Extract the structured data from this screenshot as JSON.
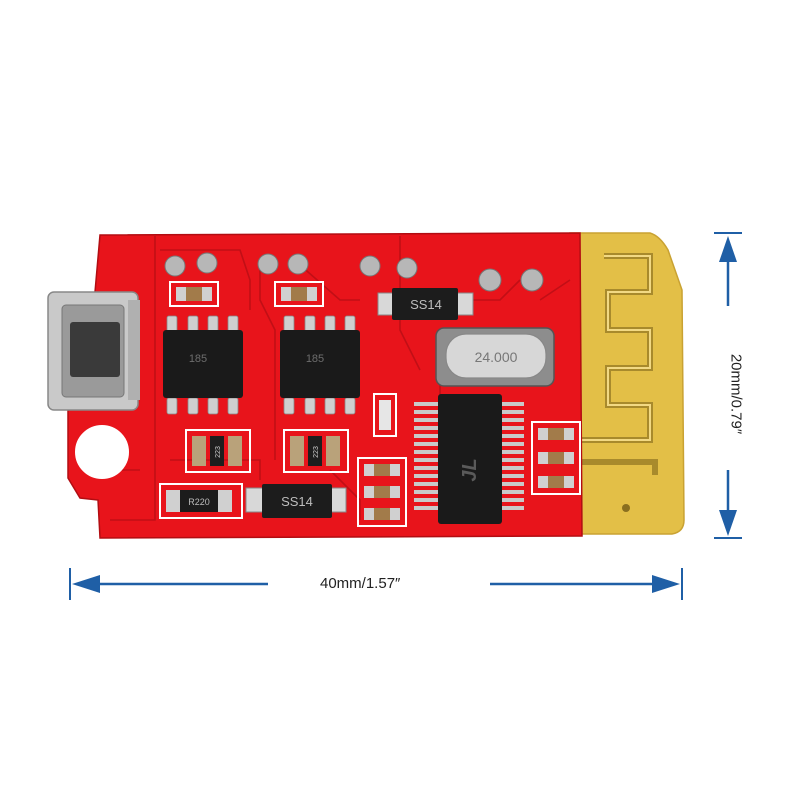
{
  "dimensions": {
    "width_label": "40mm/1.57″",
    "height_label": "20mm/0.79″"
  },
  "board": {
    "diode_top_marking": "SS14",
    "diode_bottom_marking": "SS14",
    "crystal_marking": "24.000",
    "amp_chip_1_marking": "185",
    "amp_chip_2_marking": "185",
    "resistor_marking": "R220",
    "cap_marking_1": "223",
    "cap_marking_2": "223",
    "bt_chip_logo": "JL"
  },
  "colors": {
    "pcb_red": "#e8141b",
    "antenna_gold": "#e6c24a",
    "arrow_blue": "#1f5fa6"
  }
}
